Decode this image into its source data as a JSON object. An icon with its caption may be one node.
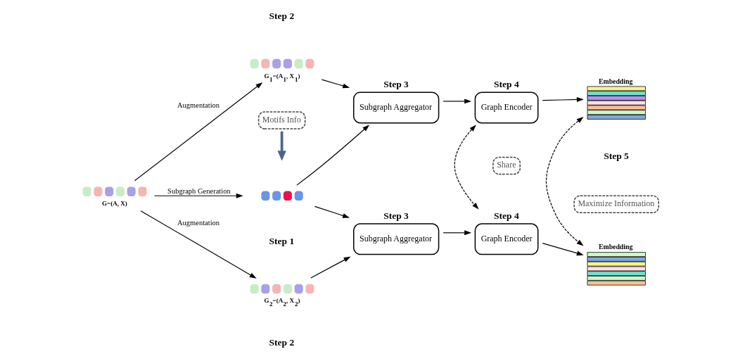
{
  "diagram": {
    "nodes": [
      {
        "text": [],
        "shape": "picture",
        "beside": [
          "G=(A, X)"
        ]
      },
      {
        "text": [],
        "shape": "picture",
        "beside": [
          "G$_{1}$=(A$_{1}$, X$_{1}$)"
        ]
      },
      {
        "text": [],
        "shape": "picture",
        "beside": [
          "G$_{2}$=(A$_{2}$, X$_{2}$)"
        ]
      },
      {
        "text": [
          "Motifs Info"
        ]
      },
      {
        "text": [],
        "shape": "picture"
      },
      {
        "text": [
          "Subgraph Aggregator"
        ],
        "beside": [
          "Step 3"
        ]
      },
      {
        "text": [
          "Graph Encoder"
        ],
        "beside": [
          "Step 4"
        ]
      },
      {
        "text": [
          "Embedding"
        ]
      },
      {
        "text": [
          "Subgraph Aggregator"
        ],
        "beside": [
          "Step 3"
        ]
      },
      {
        "text": [
          "Graph Encoder"
        ],
        "beside": [
          "Step 4"
        ]
      },
      {
        "text": [
          "Embedding"
        ]
      },
      {
        "text": [
          "Share"
        ]
      },
      {
        "text": [
          "Maximize Information"
        ]
      }
    ],
    "edges": [
      {
        "from": 0,
        "to": 1,
        "arrow": "to",
        "label": "Augmentation"
      },
      {
        "from": 0,
        "to": 4,
        "arrow": "to",
        "label": "Subgraph Generation"
      },
      {
        "from": 0,
        "to": 2,
        "arrow": "to",
        "label": "Augmentation"
      },
      {
        "from": 3,
        "to": null,
        "arrow": "to",
        "style": "thick",
        "color": "#4a6490"
      },
      {
        "from": 1,
        "to": 5,
        "arrow": "to"
      },
      {
        "from": 4,
        "to": 5,
        "arrow": "to"
      },
      {
        "from": 4,
        "to": 8,
        "arrow": "to"
      },
      {
        "from": 2,
        "to": 8,
        "arrow": "to"
      },
      {
        "from": 5,
        "to": 6,
        "arrow": "to"
      },
      {
        "from": 8,
        "to": 9,
        "arrow": "to"
      },
      {
        "from": 6,
        "to": 7,
        "arrow": "to"
      },
      {
        "from": 9,
        "to": 10,
        "arrow": "to"
      },
      {
        "from": 6,
        "to": 9,
        "arrow": "both",
        "style": "dashed"
      },
      {
        "from": 7,
        "to": 10,
        "arrow": "both",
        "style": "dashed"
      }
    ],
    "labels": [
      "Step 2",
      "Step 1",
      "Step 2",
      "Step 5"
    ]
  }
}
